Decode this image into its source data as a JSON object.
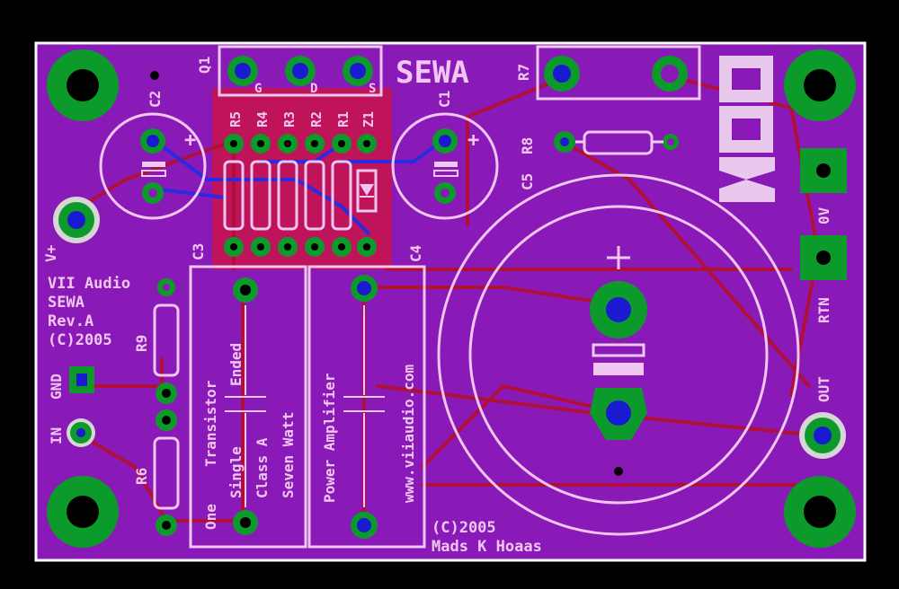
{
  "board": {
    "title": "SEWA",
    "logo": "VII",
    "footer_year": "(C)2005",
    "footer_author": "Mads K Hoaas",
    "info_lines": [
      "VII Audio",
      "SEWA",
      "Rev.A",
      "(C)2005"
    ],
    "desc_col1": [
      "One",
      "Transistor"
    ],
    "desc_col2": [
      "Single",
      "Ended"
    ],
    "desc_col3": "Class A",
    "desc_col4": "Seven Watt",
    "desc_col5": "Power Amplifier",
    "desc_col6": "www.viiaudio.com"
  },
  "labels": {
    "q1": "Q1",
    "g": "G",
    "d": "D",
    "s": "S",
    "r7": "R7",
    "r8": "R8",
    "c5": "C5",
    "c2": "C2",
    "c1": "C1",
    "c3": "C3",
    "c4": "C4",
    "r5": "R5",
    "r4": "R4",
    "r3": "R3",
    "r2": "R2",
    "r1": "R1",
    "z1": "Z1",
    "r9": "R9",
    "r6": "R6",
    "vplus": "V+",
    "gnd": "GND",
    "in": "IN",
    "ov": "0V",
    "rtn": "RTN",
    "out": "OUT",
    "plus": "+"
  },
  "colors": {
    "board": "#8a1ab8",
    "copper_pour": "#c0145a",
    "silk": "#f2c6f2",
    "pad": "#0c9a2a",
    "via": "#1a1ad0",
    "trace_top": "#b01038",
    "trace_bottom": "#2a2ae0"
  }
}
